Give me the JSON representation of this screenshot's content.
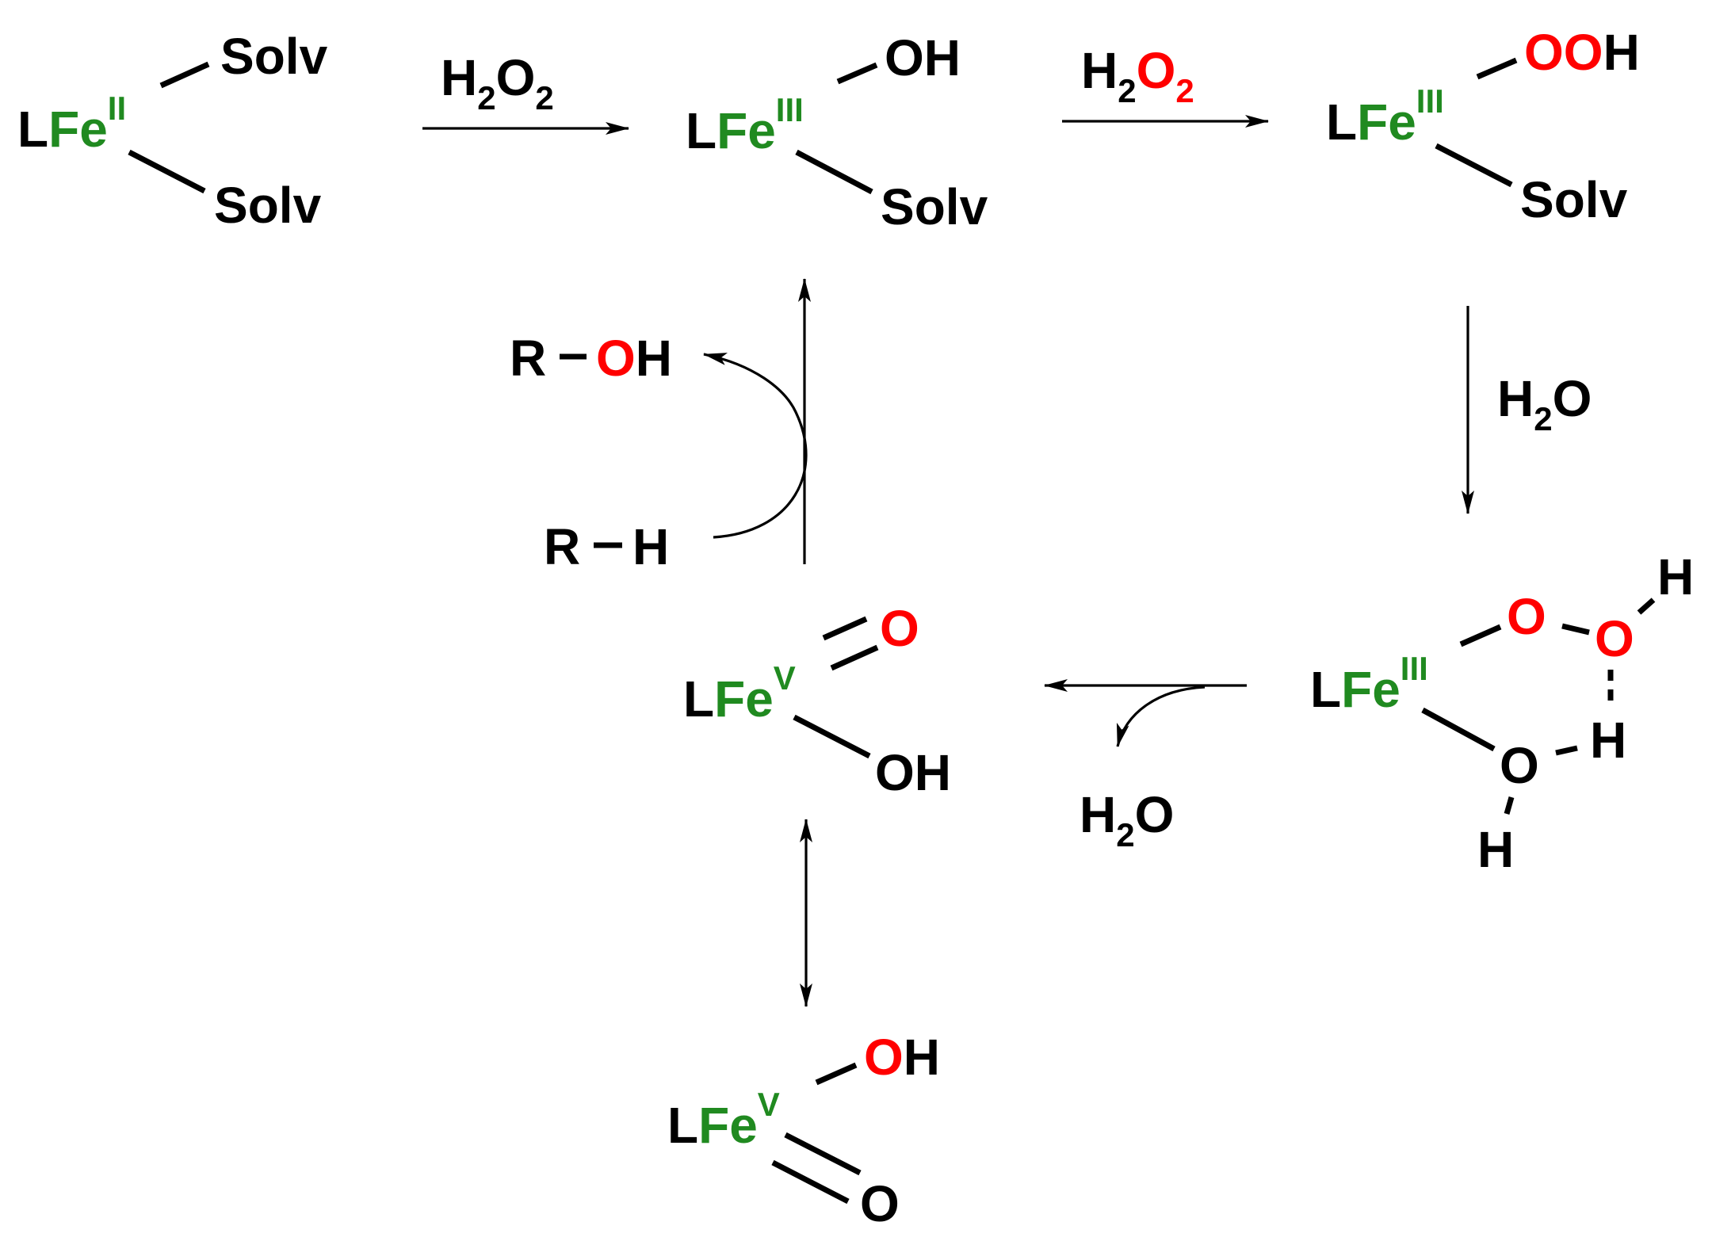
{
  "colors": {
    "iron": "#208a20",
    "oxygen": "#ff0000",
    "text": "#000000"
  },
  "atoms": {
    "L": "L",
    "Fe": "Fe",
    "O": "O",
    "H": "H",
    "OH": "OH",
    "Solv": "Solv",
    "R": "R",
    "two": "2",
    "ox2": "II",
    "ox3": "III",
    "ox5": "V"
  },
  "reagents": {
    "top_left_arrow": {
      "label_h": "H",
      "label_sub1": "2",
      "label_o": "O",
      "label_sub2": "2"
    },
    "top_right_arrow": {
      "label_h": "H",
      "label_sub1": "2",
      "label_o": "O",
      "label_sub2": "2"
    },
    "right_down_arrow": {
      "label_h": "H",
      "label_sub": "2",
      "label_o": "O"
    },
    "middle_left_arrow": {
      "label_h": "H",
      "label_sub": "2",
      "label_o": "O"
    }
  },
  "substrate": {
    "reactant": "R–H",
    "product": "R–OH"
  }
}
